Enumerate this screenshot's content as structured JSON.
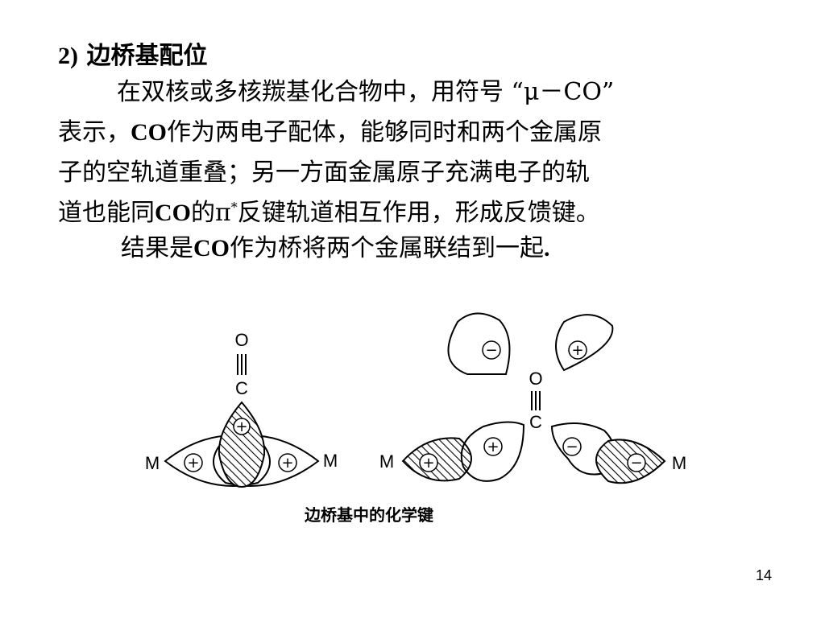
{
  "heading": {
    "number": "2)",
    "title": "边桥基配位"
  },
  "paragraph": {
    "line1": "在双核或多核羰基化合物中，用符号 “μ－CO”",
    "line2a": "表示，",
    "line2b": "CO",
    "line2c": "作为两电子配体，能够同时和两个金属原",
    "line3": "子的空轨道重叠；另一方面金属原子充满电子的轨",
    "line4a": "道也能同",
    "line4b": "CO",
    "line4c": "的π",
    "line4sup": "*",
    "line4d": "反键轨道相互作用，形成反馈键。"
  },
  "conclusion": {
    "a": "结果是",
    "b": "CO",
    "c": "作为桥将两个金属联结到一起",
    "d": "."
  },
  "diagram": {
    "left": {
      "o": "O",
      "c": "C",
      "m_left": "M",
      "m_right": "M",
      "signs": [
        "⊕",
        "⊕",
        "⊕"
      ]
    },
    "right": {
      "o": "O",
      "c": "C",
      "m_left": "M",
      "m_right": "M",
      "signs_top": [
        "⊖",
        "⊕"
      ],
      "signs_bottom": [
        "⊕",
        "⊕",
        "⊖",
        "⊖"
      ]
    }
  },
  "caption": "边桥基中的化学键",
  "page_number": "14"
}
